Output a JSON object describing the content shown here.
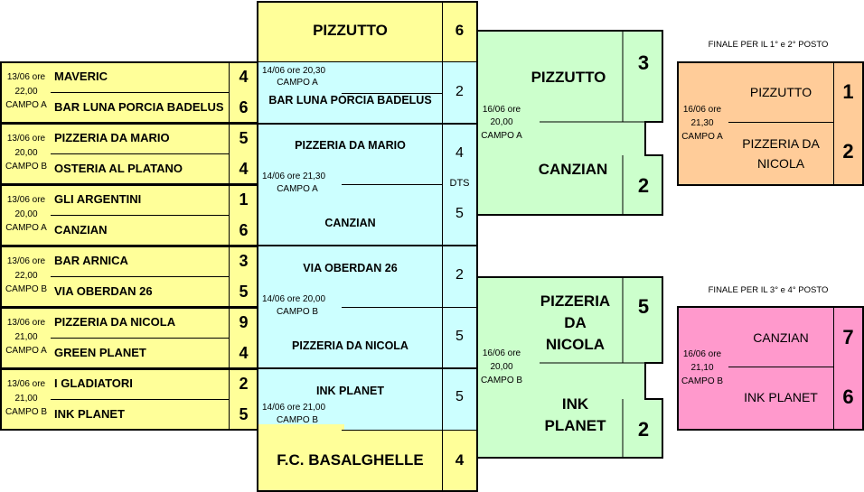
{
  "round1": [
    {
      "date": "13/06 ore",
      "time": "22,00",
      "field": "CAMPO A",
      "team1": "MAVERIC",
      "score1": "4",
      "team2": "BAR LUNA PORCIA BADELUS",
      "score2": "6"
    },
    {
      "date": "13/06 ore",
      "time": "20,00",
      "field": "CAMPO B",
      "team1": "PIZZERIA DA MARIO",
      "score1": "5",
      "team2": "OSTERIA AL PLATANO",
      "score2": "4"
    },
    {
      "date": "13/06 ore",
      "time": "20,00",
      "field": "CAMPO A",
      "team1": "GLI ARGENTINI",
      "score1": "1",
      "team2": "CANZIAN",
      "score2": "6"
    },
    {
      "date": "13/06 ore",
      "time": "22,00",
      "field": "CAMPO B",
      "team1": "BAR ARNICA",
      "score1": "3",
      "team2": "VIA OBERDAN 26",
      "score2": "5"
    },
    {
      "date": "13/06 ore",
      "time": "21,00",
      "field": "CAMPO A",
      "team1": "PIZZERIA DA NICOLA",
      "score1": "9",
      "team2": "GREEN PLANET",
      "score2": "4"
    },
    {
      "date": "13/06 ore",
      "time": "21,00",
      "field": "CAMPO B",
      "team1": "I GLADIATORI",
      "score1": "2",
      "team2": "INK PLANET",
      "score2": "5"
    }
  ],
  "seeds": {
    "top": {
      "team": "PIZZUTTO",
      "score": "6"
    },
    "bottom": {
      "team": "F.C. BASALGHELLE",
      "score": "4"
    }
  },
  "round2": [
    {
      "datetime": "14/06 ore 20,30",
      "field": "CAMPO A",
      "team": "BAR LUNA PORCIA BADELUS",
      "score": "2"
    },
    {
      "datetime": "14/06 ore 21,30",
      "field": "CAMPO A",
      "team1": "PIZZERIA DA MARIO",
      "score1": "4",
      "team2": "CANZIAN",
      "score2": "5",
      "note": "DTS"
    },
    {
      "datetime": "14/06 ore 20,00",
      "field": "CAMPO B",
      "team1": "VIA OBERDAN 26",
      "score1": "2",
      "team2": "PIZZERIA DA NICOLA",
      "score2": "5"
    },
    {
      "datetime": "14/06 ore 21,00",
      "field": "CAMPO B",
      "team": "INK PLANET",
      "score": "5"
    }
  ],
  "semifinals": [
    {
      "date": "16/06 ore",
      "time": "20,00",
      "field": "CAMPO A",
      "team1": "PIZZUTTO",
      "score1": "3",
      "team2": "CANZIAN",
      "score2": "2"
    },
    {
      "date": "16/06 ore",
      "time": "20,00",
      "field": "CAMPO B",
      "team1a": "PIZZERIA",
      "team1b": "DA",
      "team1c": "NICOLA",
      "score1": "5",
      "team2a": "INK",
      "team2b": "PLANET",
      "score2": "2"
    }
  ],
  "finals": [
    {
      "title": "FINALE  PER IL 1° e 2° POSTO",
      "date": "16/06 ore",
      "time": "21,30",
      "field": "CAMPO A",
      "team1": "PIZZUTTO",
      "score1": "1",
      "team2a": "PIZZERIA DA",
      "team2b": "NICOLA",
      "score2": "2"
    },
    {
      "title": "FINALE  PER IL 3° e 4° POSTO",
      "date": "16/06 ore",
      "time": "21,10",
      "field": "CAMPO B",
      "team1": "CANZIAN",
      "score1": "7",
      "team2": "INK PLANET",
      "score2": "6"
    }
  ],
  "colors": {
    "round1": "#ffff99",
    "round2": "#ccffff",
    "semis": "#ccffcc",
    "final1": "#ffcc99",
    "final2": "#ff99cc"
  }
}
